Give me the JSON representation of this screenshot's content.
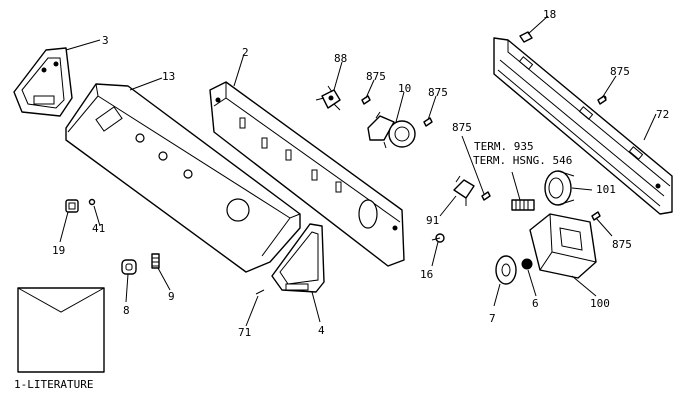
{
  "callouts": {
    "c2": "2",
    "c3": "3",
    "c4": "4",
    "c6": "6",
    "c7": "7",
    "c8": "8",
    "c9": "9",
    "c10": "10",
    "c13": "13",
    "c16": "16",
    "c18": "18",
    "c19": "19",
    "c41": "41",
    "c71": "71",
    "c72": "72",
    "c88": "88",
    "c91": "91",
    "c100": "100",
    "c101": "101",
    "c875": "875"
  },
  "notes": {
    "term": "TERM. 935",
    "term_hsng": "TERM. HSNG. 546",
    "literature": "1-LITERATURE"
  }
}
